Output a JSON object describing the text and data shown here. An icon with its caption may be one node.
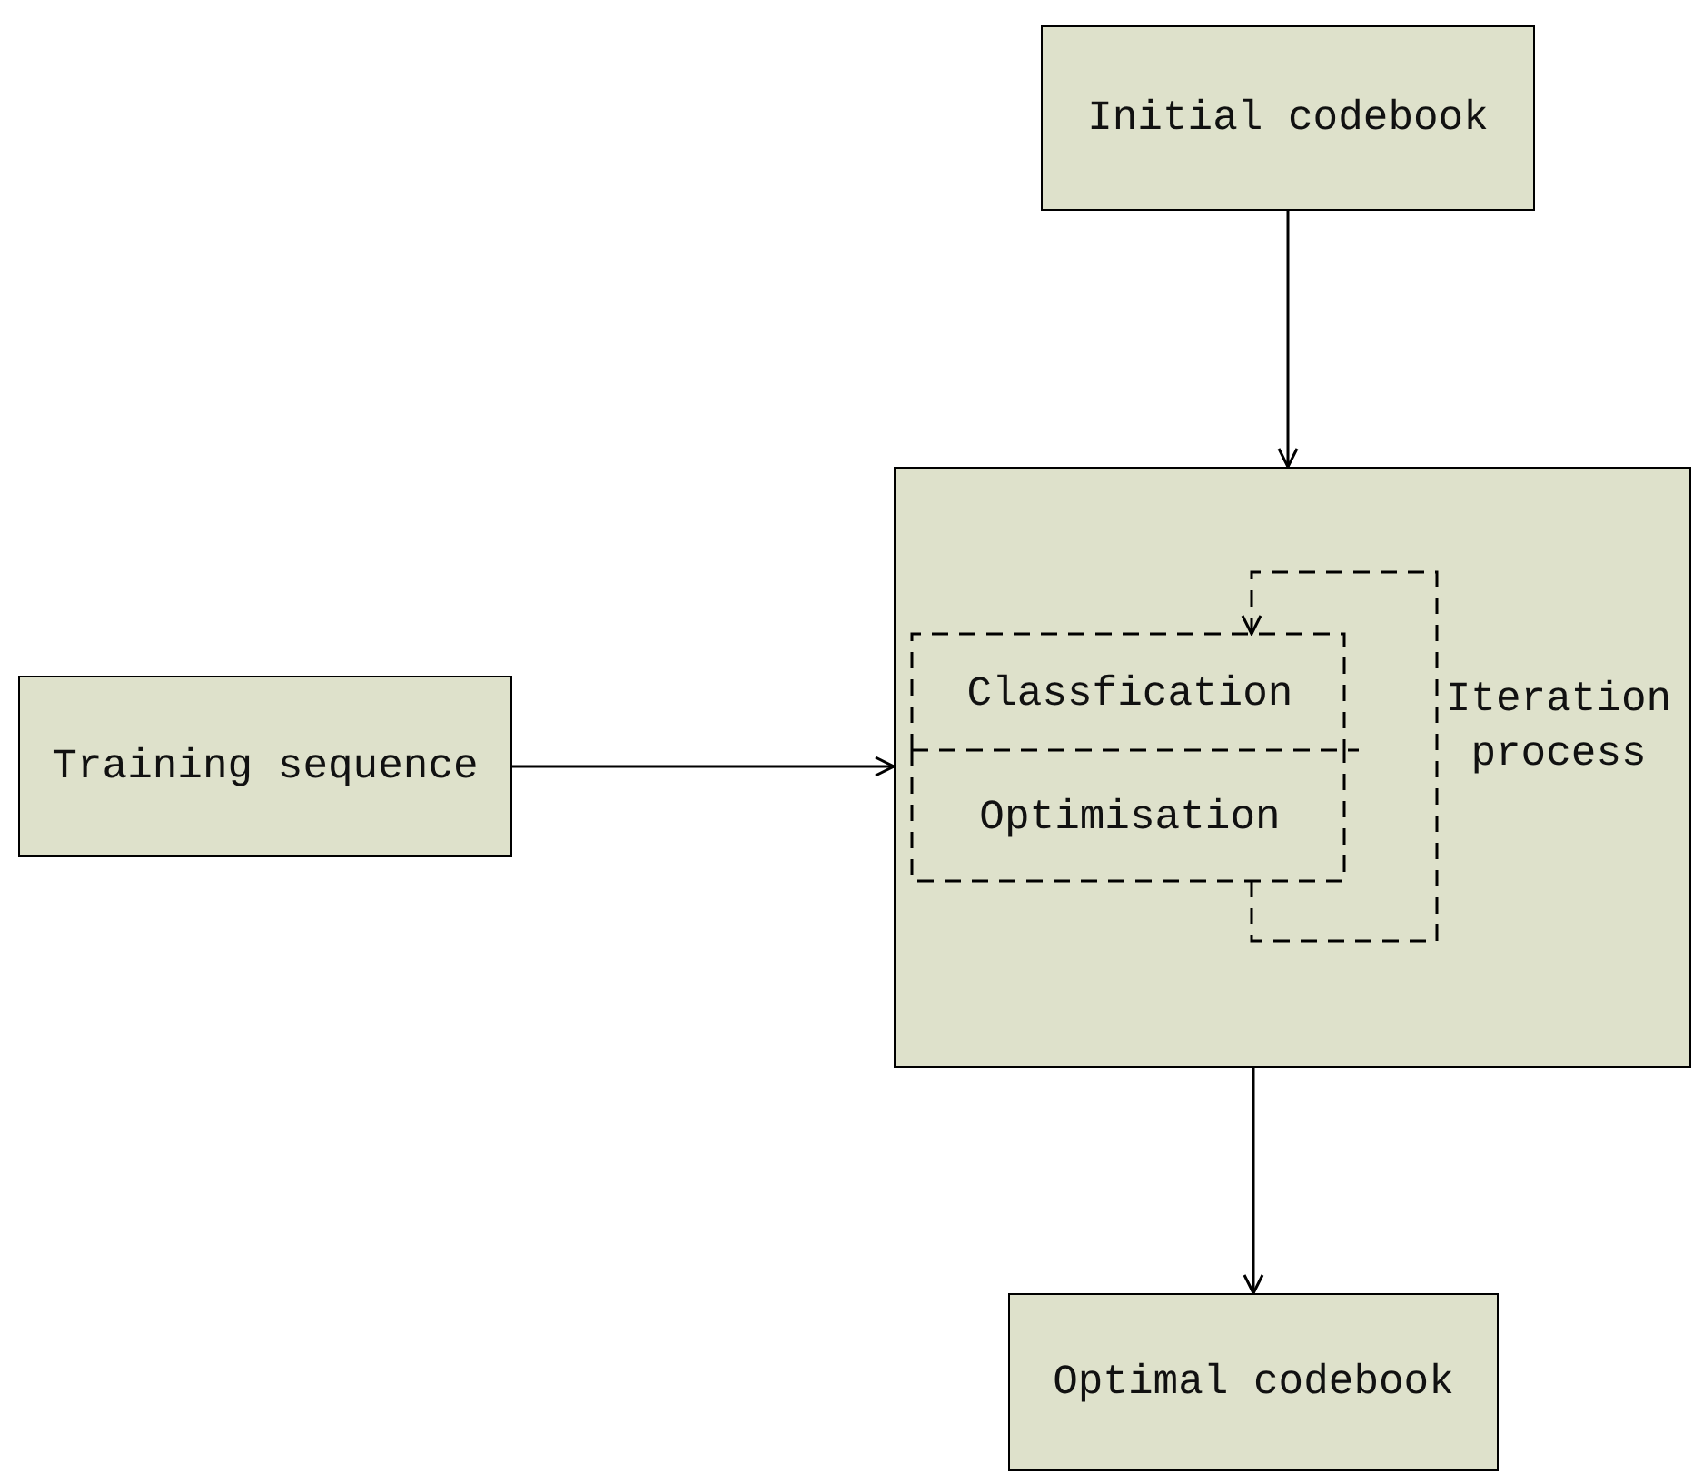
{
  "diagram": {
    "nodes": [
      {
        "text": [
          "Initial codebook"
        ]
      },
      {
        "text": [
          "Training sequence"
        ]
      },
      {
        "text": [
          "Iteration process"
        ]
      },
      {
        "text": [
          "Classfication"
        ],
        "in": 2
      },
      {
        "text": [
          "Optimisation"
        ],
        "in": 2
      },
      {
        "text": [
          "Optimal codebook"
        ]
      }
    ],
    "edges": [
      {
        "from": 0,
        "to": 2,
        "arrow": "to"
      },
      {
        "from": 1,
        "to": 2,
        "arrow": "to"
      },
      {
        "from": 2,
        "to": 5,
        "arrow": "to"
      },
      {
        "from": 4,
        "to": 3,
        "arrow": "to",
        "style": "dashed"
      }
    ]
  }
}
